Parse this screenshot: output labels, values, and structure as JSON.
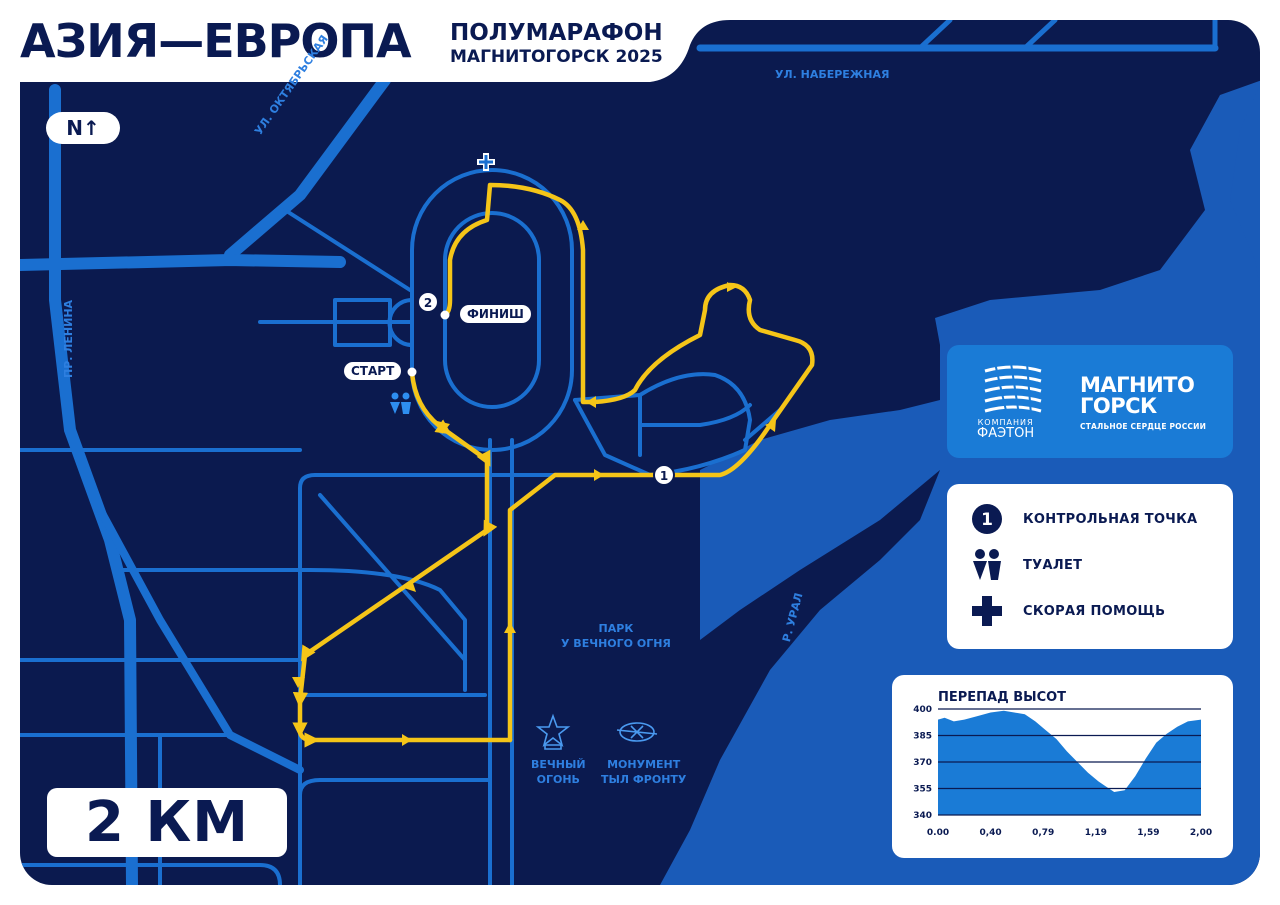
{
  "header": {
    "title": "АЗИЯ—ЕВРОПА",
    "subtitle_line1": "ПОЛУМАРАФОН",
    "subtitle_line2": "МАГНИТОГОРСК 2025"
  },
  "map": {
    "north_label": "N↑",
    "street_naberezhnaya": "УЛ. НАБЕРЕЖНАЯ",
    "street_oktyabrskaya": "УЛ. ОКТЯБРЬСКАЯ",
    "street_lenina": "ПР. ЛЕНИНА",
    "river_ural": "Р. УРАЛ",
    "park_label_line1": "ПАРК",
    "park_label_line2": "У ВЕЧНОГО ОГНЯ",
    "vechny_ogon_line1": "ВЕЧНЫЙ",
    "vechny_ogon_line2": "ОГОНЬ",
    "monument_line1": "МОНУМЕНТ",
    "monument_line2": "ТЫЛ ФРОНТУ",
    "start_label": "СТАРТ",
    "finish_label": "ФИНИШ",
    "checkpoint_1": "1",
    "checkpoint_2": "2",
    "scale_label": "2 КМ",
    "route_color": "#f5c518",
    "road_color": "#1a6fd0",
    "background_color": "#0b1a4f",
    "river_color": "#1a5bb8"
  },
  "logos": {
    "faeton_caption_line1": "КОМПАНИЯ",
    "faeton_caption_line2": "ФАЭТОН",
    "magnitogorsk_line1": "МАГНИТО",
    "magnitogorsk_line2": "ГОРСК",
    "magnitogorsk_tagline": "СТАЛЬНОЕ СЕРДЦЕ РОССИИ"
  },
  "legend": {
    "checkpoint_number": "1",
    "checkpoint": "КОНТРОЛЬНАЯ ТОЧКА",
    "toilet": "ТУАЛЕТ",
    "ambulance": "СКОРАЯ ПОМОЩЬ",
    "icons": [
      "checkpoint-icon",
      "toilet-icon",
      "ambulance-cross-icon"
    ]
  },
  "chart_data": {
    "type": "area",
    "title": "ПЕРЕПАД ВЫСОТ",
    "ylim": [
      340,
      400
    ],
    "y_ticks": [
      "400",
      "385",
      "370",
      "355",
      "340"
    ],
    "x_ticks": [
      "0.00",
      "0,40",
      "0,79",
      "1,19",
      "1,59",
      "2,00"
    ],
    "grid": true,
    "color": "#1a7bd6",
    "x": [
      0.0,
      0.05,
      0.12,
      0.2,
      0.3,
      0.4,
      0.5,
      0.58,
      0.66,
      0.74,
      0.82,
      0.9,
      0.98,
      1.06,
      1.14,
      1.22,
      1.28,
      1.34,
      1.42,
      1.5,
      1.58,
      1.66,
      1.74,
      1.82,
      1.9,
      2.0
    ],
    "y": [
      394,
      395,
      393,
      394,
      396,
      398,
      399,
      398,
      397,
      393,
      388,
      383,
      376,
      370,
      364,
      359,
      356,
      353,
      354,
      362,
      372,
      381,
      386,
      390,
      393,
      394
    ]
  }
}
